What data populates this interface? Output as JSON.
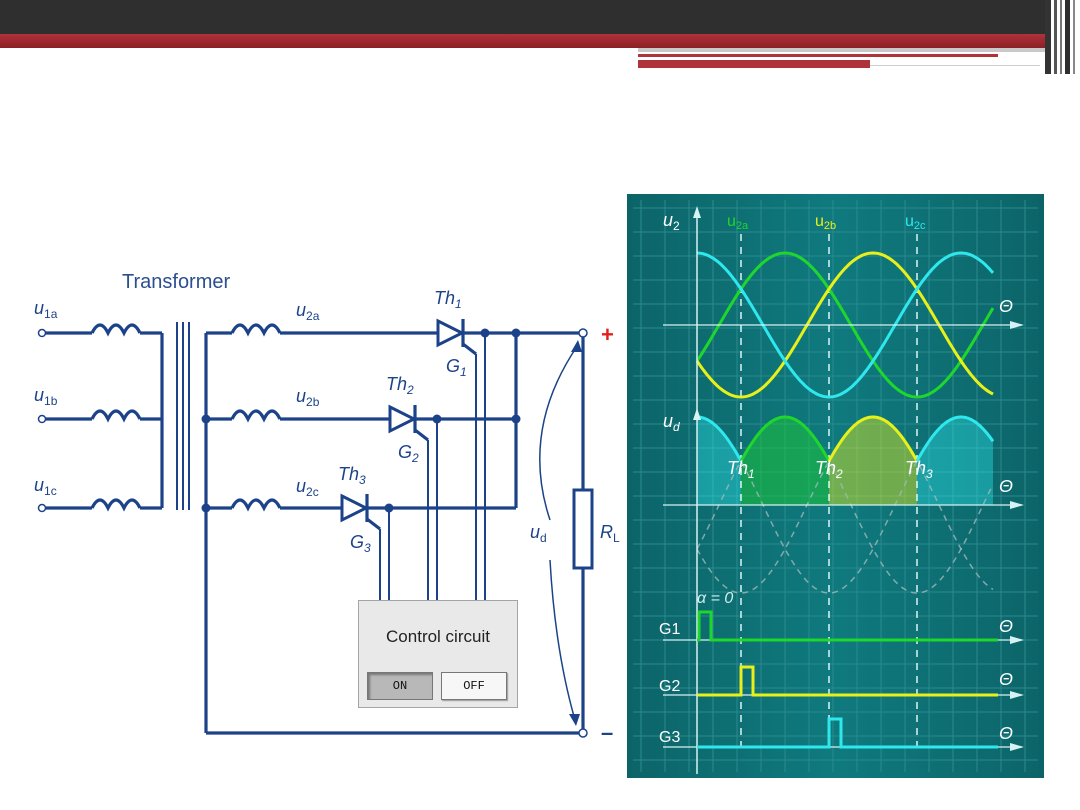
{
  "circuit": {
    "transformer_label": "Transformer",
    "inputs": [
      {
        "main": "u",
        "sub": "1a"
      },
      {
        "main": "u",
        "sub": "1b"
      },
      {
        "main": "u",
        "sub": "1c"
      }
    ],
    "secondaries": [
      {
        "main": "u",
        "sub": "2a"
      },
      {
        "main": "u",
        "sub": "2b"
      },
      {
        "main": "u",
        "sub": "2c"
      }
    ],
    "thyristors": [
      {
        "main": "Th",
        "sub": "1"
      },
      {
        "main": "Th",
        "sub": "2"
      },
      {
        "main": "Th",
        "sub": "3"
      }
    ],
    "gates": [
      {
        "main": "G",
        "sub": "1"
      },
      {
        "main": "G",
        "sub": "2"
      },
      {
        "main": "G",
        "sub": "3"
      }
    ],
    "ud": {
      "main": "u",
      "sub": "d"
    },
    "rl": {
      "main": "R",
      "sub": "L"
    },
    "plus": "+",
    "minus": "–"
  },
  "control": {
    "title": "Control circuit",
    "on_label": "ON",
    "off_label": "OFF"
  },
  "scope": {
    "u2_axis": {
      "main": "u",
      "sub": "2"
    },
    "ud_axis": {
      "main": "u",
      "sub": "d"
    },
    "theta": "Θ",
    "legend": [
      {
        "main": "u",
        "sub": "2a",
        "color": "#1fd62c"
      },
      {
        "main": "u",
        "sub": "2b",
        "color": "#e8f01a"
      },
      {
        "main": "u",
        "sub": "2c",
        "color": "#2ee8ee"
      }
    ],
    "region_labels": [
      {
        "main": "Th",
        "sub": "1"
      },
      {
        "main": "Th",
        "sub": "2"
      },
      {
        "main": "Th",
        "sub": "3"
      }
    ],
    "alpha": "α = 0",
    "gate_rows": [
      {
        "label": "G1",
        "color": "#1fd62c"
      },
      {
        "label": "G2",
        "color": "#e8f01a"
      },
      {
        "label": "G3",
        "color": "#2ee8ee"
      }
    ],
    "colors": {
      "panel": "#0e6f73",
      "grid": "#2a8a8e",
      "axis": "#d6f2f2"
    }
  }
}
